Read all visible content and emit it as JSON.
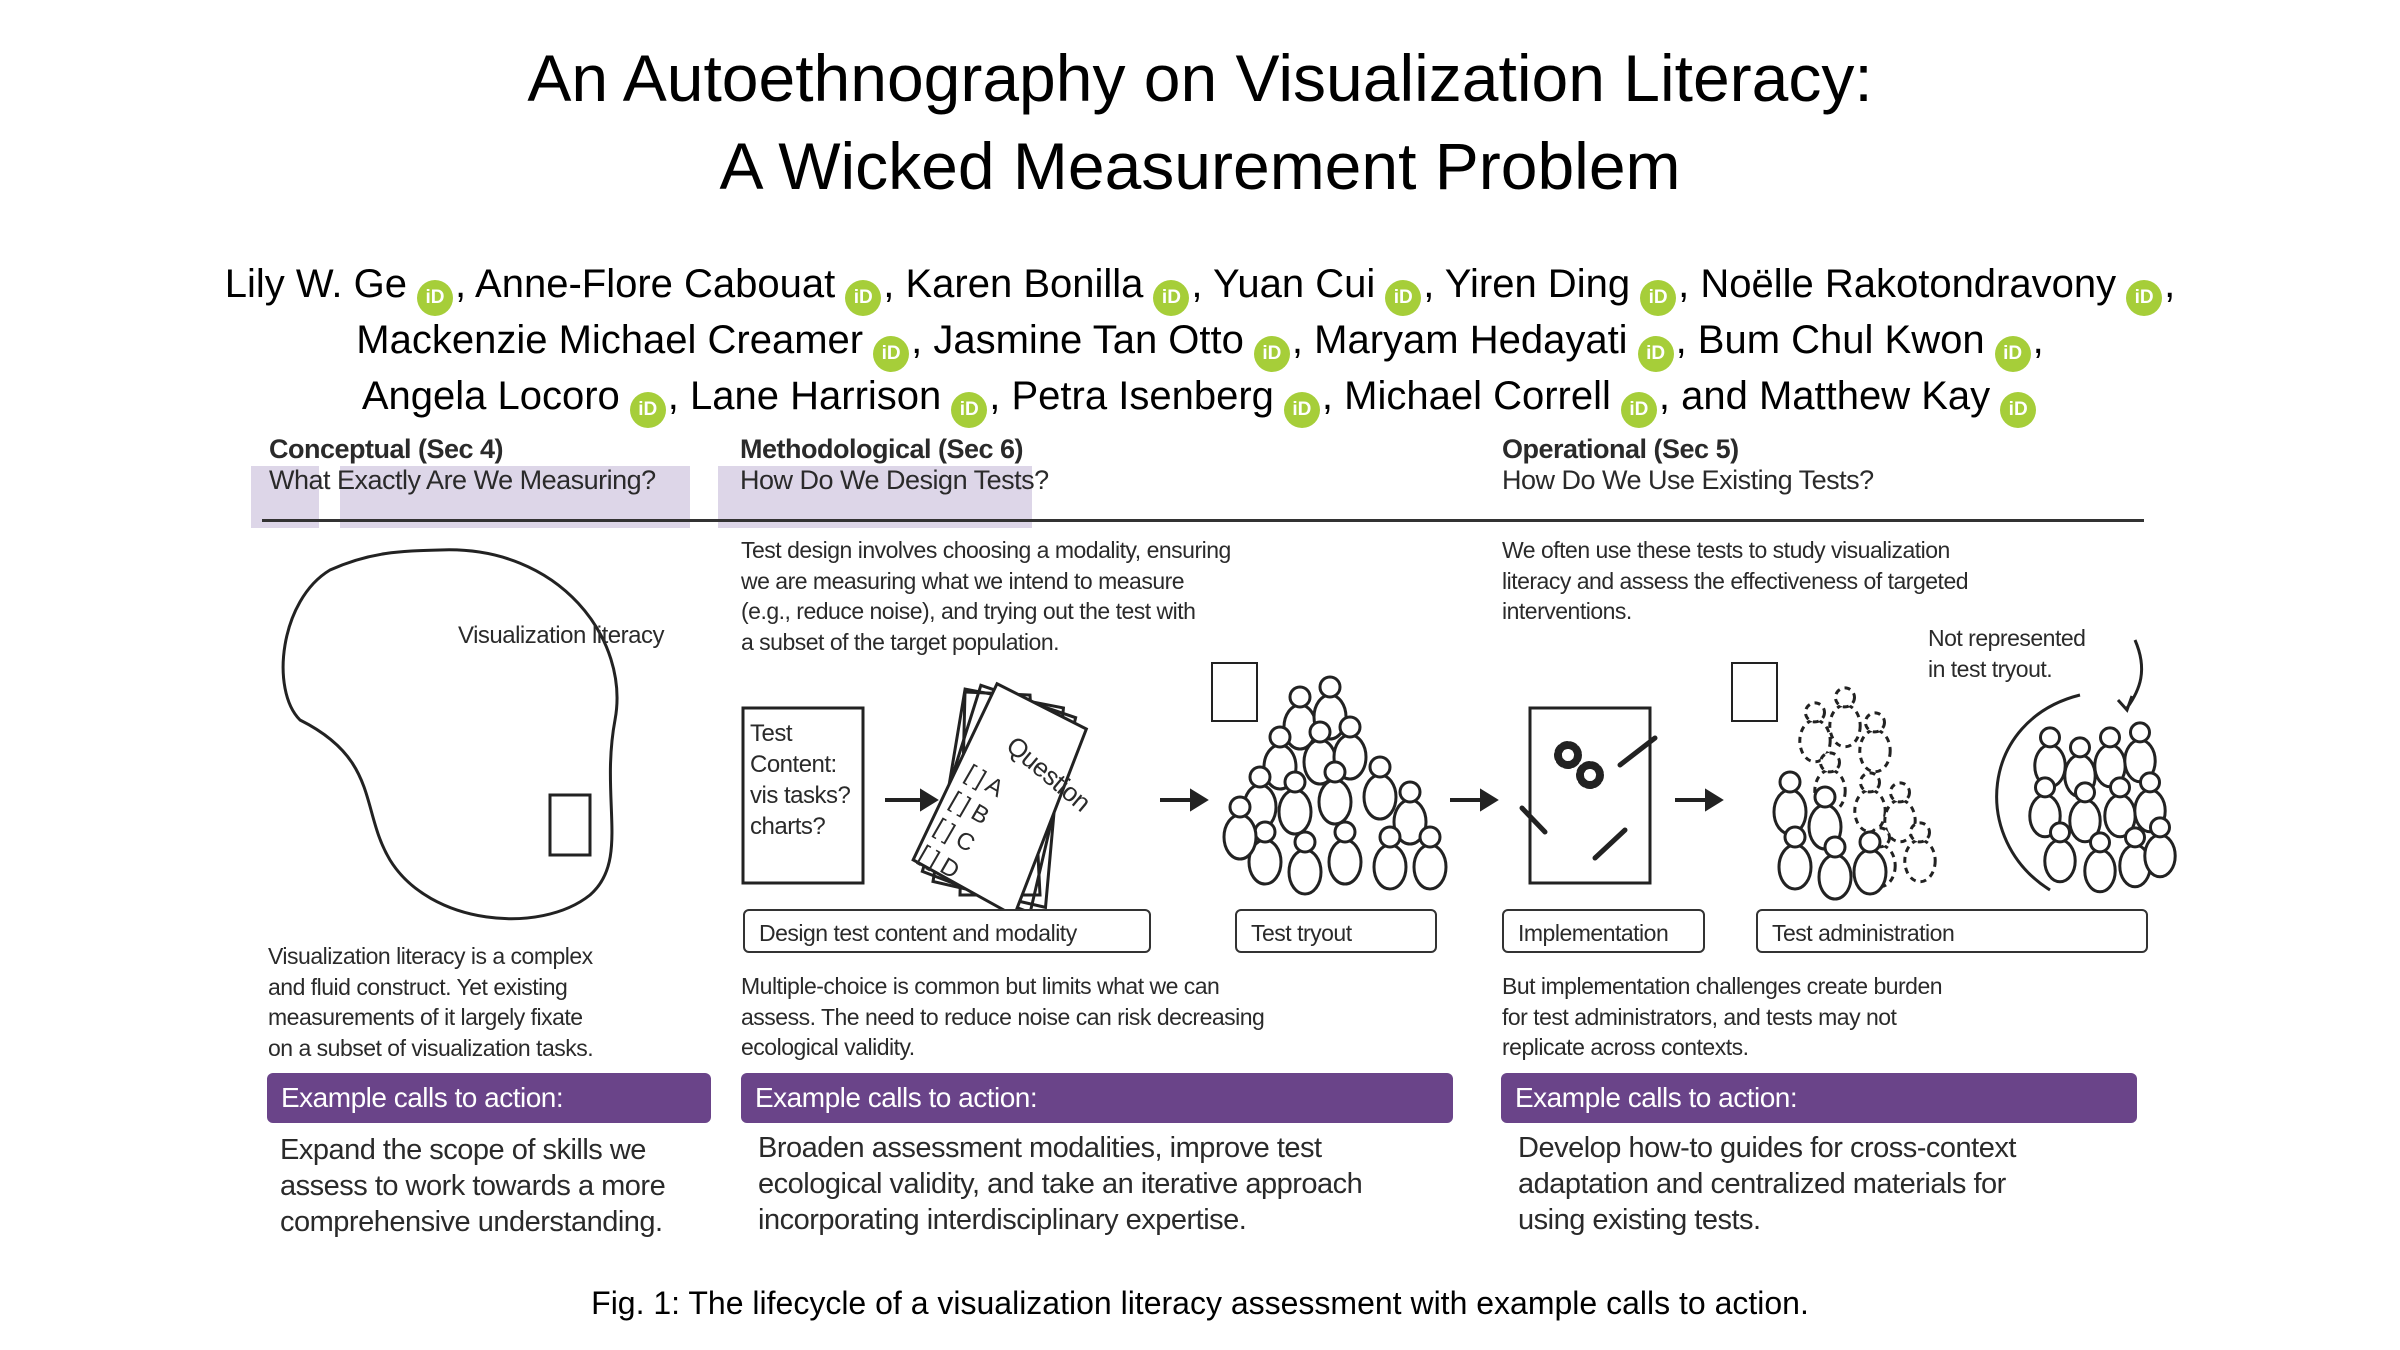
{
  "title": {
    "line1": "An Autoethnography on Visualization Literacy:",
    "line2": "A Wicked Measurement Problem"
  },
  "authors": {
    "lines": [
      [
        "Lily W. Ge",
        "Anne-Flore Cabouat",
        "Karen Bonilla",
        "Yuan Cui",
        "Yiren Ding",
        "Noëlle Rakotondravony"
      ],
      [
        "Mackenzie Michael Creamer",
        "Jasmine Tan Otto",
        "Maryam Hedayati",
        "Bum Chul Kwon"
      ],
      [
        "Angela Locoro",
        "Lane Harrison",
        "Petra Isenberg",
        "Michael Correll",
        "and Matthew Kay"
      ]
    ],
    "orcid_label": "iD",
    "orcid_color": "#a6ce39"
  },
  "figure": {
    "columns": [
      {
        "heading": "Conceptual (Sec 4)",
        "subheading": "What Exactly Are We Measuring?",
        "blob_label": "Visualization literacy",
        "description": [
          "Visualization literacy is a complex",
          "and fluid construct. Yet existing",
          "measurements of it largely fixate",
          "on a subset of visualization tasks."
        ],
        "cta_header": "Example calls to action:",
        "cta_text": [
          "Expand the scope of skills we",
          "assess to work towards a more",
          "comprehensive understanding."
        ]
      },
      {
        "heading": "Methodological (Sec 6)",
        "subheading": "How Do We Design Tests?",
        "intro": [
          "Test design involves choosing a modality, ensuring",
          "we are measuring what we intend to measure",
          "(e.g., reduce noise), and trying out the test with",
          "a subset of the target population."
        ],
        "content_box": [
          "Test",
          "Content:",
          "vis tasks?",
          "charts?"
        ],
        "question_card": {
          "title": "Question",
          "options": [
            "[ ] A",
            "[ ] B",
            "[ ] C",
            "[ ] D"
          ]
        },
        "labels": [
          "Design test content and modality",
          "Test tryout"
        ],
        "description": [
          "Multiple-choice is common but limits what we can",
          "assess. The need to reduce noise can risk decreasing",
          "ecological validity."
        ],
        "cta_header": "Example calls to action:",
        "cta_text": [
          "Broaden assessment modalities, improve test",
          "ecological validity, and take an iterative approach",
          "incorporating interdisciplinary expertise."
        ]
      },
      {
        "heading": "Operational (Sec 5)",
        "subheading": "How Do We Use Existing Tests?",
        "intro": [
          "We often use these tests to study visualization",
          "literacy and assess the effectiveness of targeted",
          "interventions."
        ],
        "annotation": [
          "Not represented",
          "in test tryout."
        ],
        "labels": [
          "Implementation",
          "Test administration"
        ],
        "description": [
          "But implementation challenges create burden",
          "for test administrators, and tests may not",
          "replicate across contexts."
        ],
        "cta_header": "Example calls to action:",
        "cta_text": [
          "Develop how-to guides for cross-context",
          "adaptation and centralized materials for",
          "using existing tests."
        ]
      }
    ],
    "accent_color": "#6a4489",
    "highlight_color": "#ddd6e8",
    "caption": "Fig. 1: The lifecycle of a visualization literacy assessment with example calls to action."
  }
}
